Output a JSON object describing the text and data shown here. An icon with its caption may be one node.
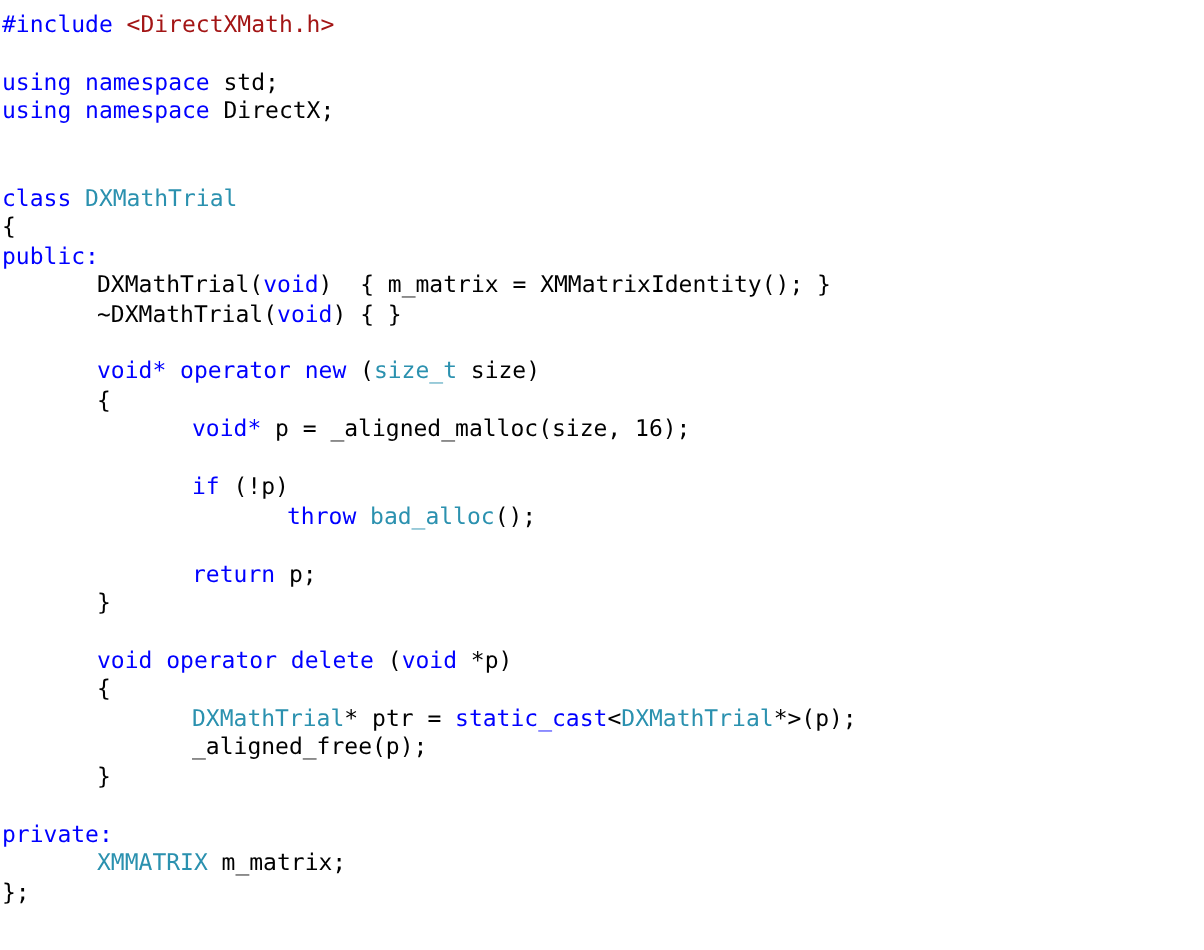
{
  "diagram": {
    "labels": [
      "#include",
      "<DirectXMath.h>",
      "using namespace",
      "std;",
      "using namespace",
      "DirectX;",
      "class",
      "DXMathTrial",
      "{",
      "public:",
      "DXMathTrial(",
      "void",
      ")  { m_matrix = XMMatrixIdentity(); }",
      "~DXMathTrial(",
      "void",
      ") { }",
      "void* operator new",
      "(",
      "size_t",
      "size)",
      "{",
      "void*",
      "p = _aligned_malloc(size, 16);",
      "if",
      "(!p)",
      "throw",
      "bad_alloc",
      "();",
      "return",
      "p;",
      "}",
      "void operator delete",
      "(",
      "void",
      "*p)",
      "{",
      "DXMathTrial",
      "* ptr =",
      "static_cast",
      "<",
      "DXMathTrial",
      "*>(p);",
      "_aligned_free(p);",
      "}",
      "private:",
      "XMMATRIX",
      "m_matrix;",
      "};"
    ]
  }
}
